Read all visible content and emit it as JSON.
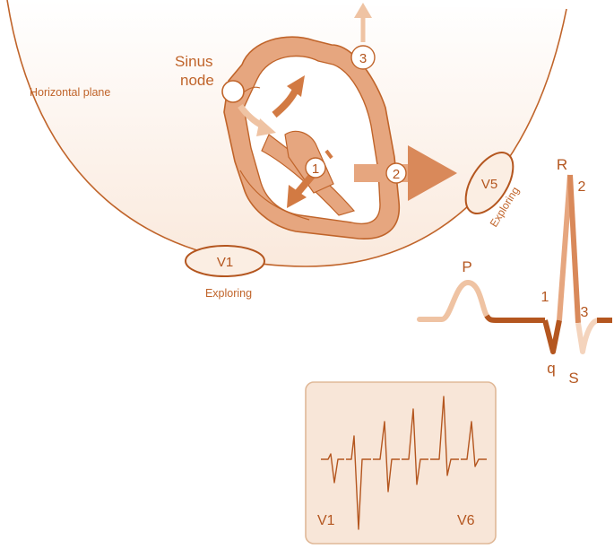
{
  "labels": {
    "horizontal_plane": "Horizontal plane",
    "sinus_line1": "Sinus",
    "sinus_line2": "node",
    "v1": "V1",
    "v5": "V5",
    "exploring_v1": "Exploring",
    "exploring_v5": "Exploring"
  },
  "vector_markers": {
    "one": "1",
    "two": "2",
    "three": "3"
  },
  "ecg_complex": {
    "p": "P",
    "q": "q",
    "r": "R",
    "s": "S",
    "phase1": "1",
    "phase2": "2",
    "phase3": "3"
  },
  "lead_panel": {
    "left_label": "V1",
    "right_label": "V6"
  },
  "colors": {
    "outline": "#c0642a",
    "fill_light": "#fbeee3",
    "heart_fill": "#e6a67f",
    "heart_dark": "#d27a43",
    "panel_fill": "#f8e6d8",
    "panel_border": "#e0b897"
  }
}
